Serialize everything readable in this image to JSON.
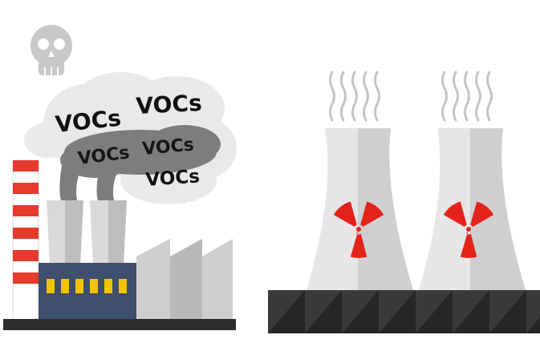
{
  "labels": {
    "voc_1": "VOCs",
    "voc_2": "VOCs",
    "voc_3": "VOCs",
    "voc_4": "VOCs",
    "voc_5": "VOCs"
  },
  "icons": [
    "skull-icon",
    "radiation-icon",
    "radiation-icon"
  ],
  "colors": {
    "background": "#ffffff",
    "skull": "#c8c8c8",
    "cloud_light": "#e9e9e9",
    "cloud_dark": "#7d7d7d",
    "stack_red": "#e53a2c",
    "factory_blue": "#3f4f6e",
    "window_yellow": "#f2c500",
    "ground": "#2e2e2e",
    "tower_light": "#e6e6e6",
    "tower_shade": "#cfcfcf",
    "radiation_red": "#e3231c"
  }
}
